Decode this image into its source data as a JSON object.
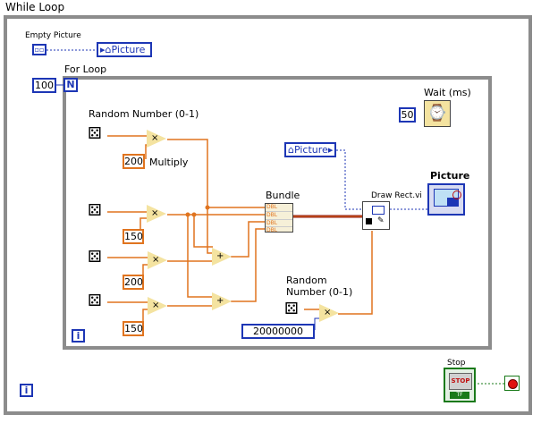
{
  "while_loop": {
    "label": "While Loop",
    "iteration_terminal": "i"
  },
  "for_loop": {
    "label": "For Loop",
    "count_terminal": "N",
    "count_constant": "100",
    "iteration_terminal": "i"
  },
  "empty_picture": {
    "label": "Empty Picture",
    "ref_label": "Picture"
  },
  "picture_ref": {
    "label": "Picture"
  },
  "random_numbers": [
    {
      "label": "Random Number (0-1)",
      "multiply_label": "Multiply",
      "constant": "200"
    },
    {
      "constant": "150"
    },
    {
      "constant": "200"
    },
    {
      "constant": "150"
    }
  ],
  "random_number_5": {
    "label_line1": "Random",
    "label_line2": "Number (0-1)",
    "constant": "20000000"
  },
  "bundle": {
    "label": "Bundle",
    "type_tag": "DBL"
  },
  "draw_rect": {
    "label": "Draw Rect.vi"
  },
  "picture_indicator": {
    "label": "Picture"
  },
  "wait": {
    "label": "Wait (ms)",
    "constant": "50"
  },
  "stop": {
    "label": "Stop",
    "button_text": "STOP",
    "tf_text": "TF"
  },
  "colors": {
    "orange_wire": "#e0741f",
    "blue_wire": "#1d36b5",
    "green_wire": "#1a7a1a",
    "cluster_wire": "#8b0e0e"
  }
}
